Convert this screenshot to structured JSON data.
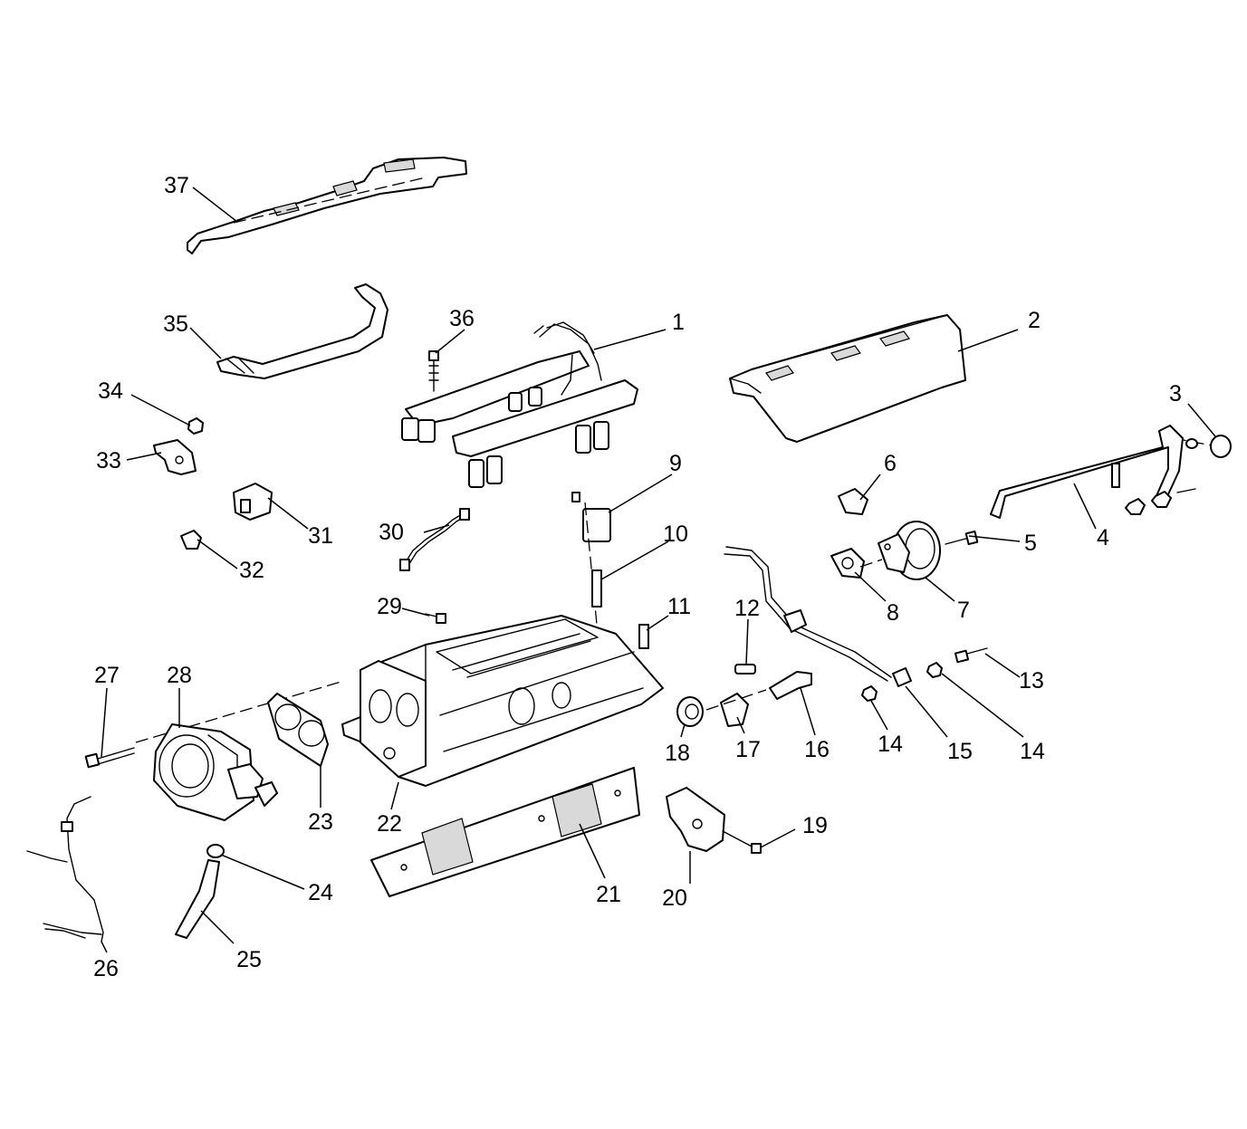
{
  "diagram": {
    "callouts": [
      "1",
      "2",
      "3",
      "4",
      "5",
      "6",
      "7",
      "8",
      "9",
      "10",
      "11",
      "12",
      "13",
      "14",
      "14",
      "15",
      "16",
      "17",
      "18",
      "19",
      "20",
      "21",
      "22",
      "23",
      "24",
      "25",
      "26",
      "27",
      "28",
      "29",
      "30",
      "31",
      "32",
      "33",
      "34",
      "35",
      "36",
      "37"
    ]
  }
}
